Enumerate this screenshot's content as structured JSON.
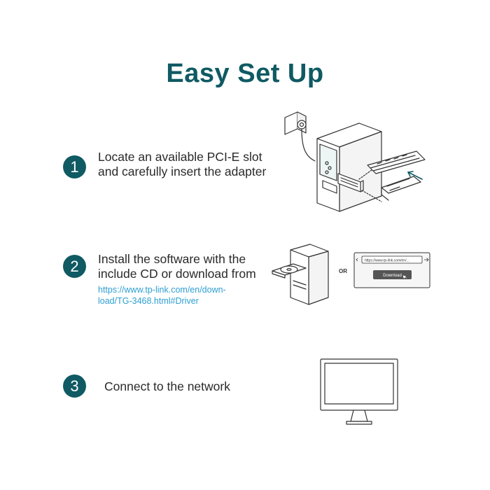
{
  "title": "Easy Set Up",
  "steps": [
    {
      "number": "1",
      "lines": [
        "Locate an available PCI-E slot",
        "and carefully insert the adapter"
      ]
    },
    {
      "number": "2",
      "lines": [
        "Install the software with the",
        "include CD or download from"
      ],
      "link_lines": [
        "https://www.tp-link.com/en/down-",
        "load/TG-3468.html#Driver"
      ]
    },
    {
      "number": "3",
      "lines": [
        "Connect to the network"
      ]
    }
  ],
  "browser": {
    "url": "https://www.tp-link.com/en/...",
    "download_label": "Download",
    "or_label": "OR"
  },
  "colors": {
    "accent": "#0f5a63",
    "link": "#2e9fd1"
  }
}
